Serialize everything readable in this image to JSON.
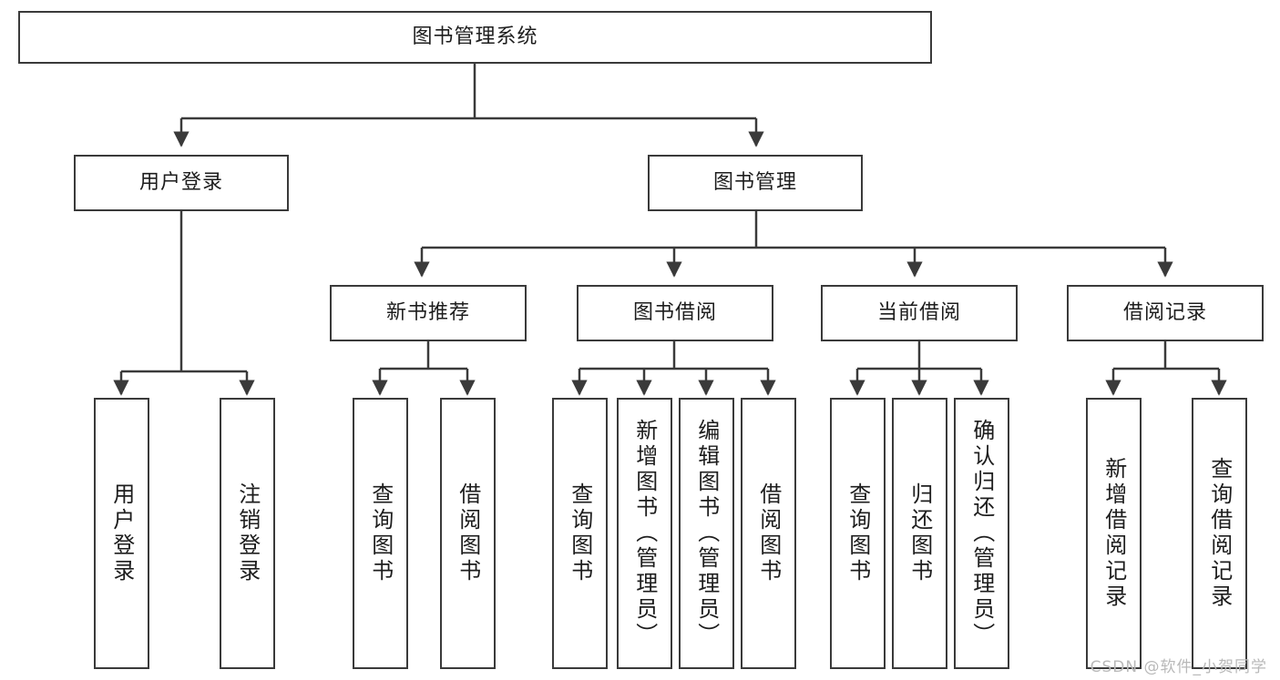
{
  "diagram": {
    "title": "图书管理系统",
    "type": "tree",
    "watermark": "CSDN @软件_小贺同学",
    "accent_color": "#3a3a3a",
    "background_color": "#ffffff",
    "nodes": {
      "root": {
        "label": "图书管理系统"
      },
      "level2": [
        {
          "id": "user_login",
          "label": "用户登录"
        },
        {
          "id": "book_manage",
          "label": "图书管理"
        }
      ],
      "level3": [
        {
          "id": "new_book_rec",
          "label": "新书推荐"
        },
        {
          "id": "book_borrow",
          "label": "图书借阅"
        },
        {
          "id": "current_borrow",
          "label": "当前借阅"
        },
        {
          "id": "borrow_record",
          "label": "借阅记录"
        }
      ],
      "leaves": [
        {
          "id": "leaf_user_login",
          "label": "用户登录",
          "parent": "user_login"
        },
        {
          "id": "leaf_logout",
          "label": "注销登录",
          "parent": "user_login"
        },
        {
          "id": "leaf_query_book_1",
          "label": "查询图书",
          "parent": "new_book_rec"
        },
        {
          "id": "leaf_borrow_book_1",
          "label": "借阅图书",
          "parent": "new_book_rec"
        },
        {
          "id": "leaf_query_book_2",
          "label": "查询图书",
          "parent": "book_borrow"
        },
        {
          "id": "leaf_add_book",
          "label": "新增图书（管理员）",
          "parent": "book_borrow"
        },
        {
          "id": "leaf_edit_book",
          "label": "编辑图书（管理员）",
          "parent": "book_borrow"
        },
        {
          "id": "leaf_borrow_book_2",
          "label": "借阅图书",
          "parent": "book_borrow"
        },
        {
          "id": "leaf_query_book_3",
          "label": "查询图书",
          "parent": "current_borrow"
        },
        {
          "id": "leaf_return_book",
          "label": "归还图书",
          "parent": "current_borrow"
        },
        {
          "id": "leaf_confirm_return",
          "label": "确认归还（管理员）",
          "parent": "current_borrow"
        },
        {
          "id": "leaf_add_record",
          "label": "新增借阅记录",
          "parent": "borrow_record"
        },
        {
          "id": "leaf_query_record",
          "label": "查询借阅记录",
          "parent": "borrow_record"
        }
      ]
    }
  }
}
